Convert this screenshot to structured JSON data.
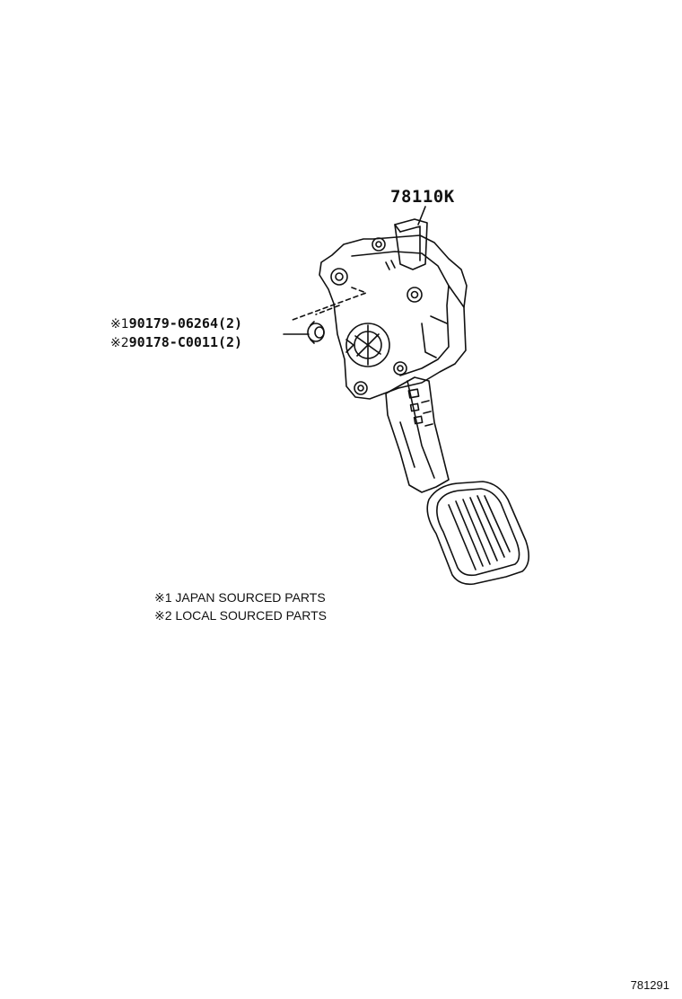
{
  "callouts": {
    "pedal_assembly": "78110K",
    "nut_japan": {
      "mark": "※1",
      "part": "90179-06264(2)"
    },
    "nut_local": {
      "mark": "※2",
      "part": "90178-C0011(2)"
    }
  },
  "notes": [
    "※1 JAPAN SOURCED PARTS",
    "※2 LOCAL SOURCED PARTS"
  ],
  "illustration_id": "781291"
}
